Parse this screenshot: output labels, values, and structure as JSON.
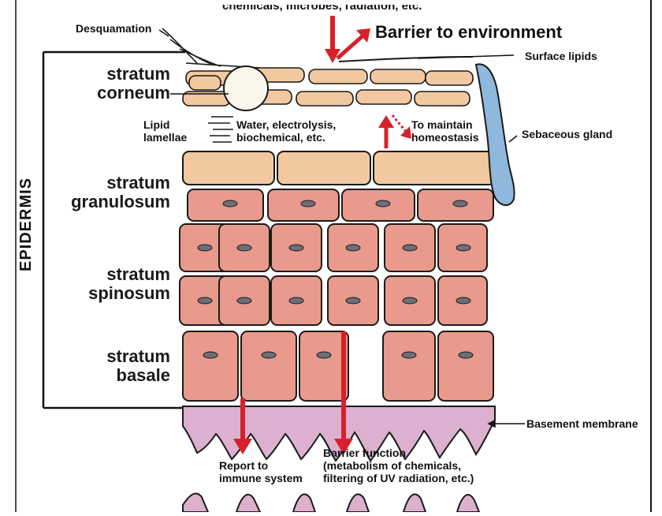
{
  "labels": {
    "top_cutoff": "chemicals, microbes, radiation, etc.",
    "barrier_environment": "Barrier to environment",
    "desquamation": "Desquamation",
    "surface_lipids": "Surface lipids",
    "sebaceous_gland": "Sebaceous gland",
    "lipid_lamellae_1": "Lipid",
    "lipid_lamellae_2": "lamellae",
    "water_1": "Water, electrolysis,",
    "water_2": "biochemical, etc.",
    "maintain_1": "To maintain",
    "maintain_2": "homeostasis",
    "basement_membrane": "Basement membrane",
    "immune_1": "Report to",
    "immune_2": "immune system",
    "barrier_fn_1": "Barrier function",
    "barrier_fn_2": "(metabolism of chemicals,",
    "barrier_fn_3": "filtering of UV radiation, etc.)",
    "epidermis": "EPIDERMIS"
  },
  "layers": {
    "corneum_1": "stratum",
    "corneum_2": "corneum",
    "granulosum_1": "stratum",
    "granulosum_2": "granulosum",
    "spinosum_1": "stratum",
    "spinosum_2": "spinosum",
    "basale_1": "stratum",
    "basale_2": "basale"
  },
  "colors": {
    "cell_fill": "#e99a8c",
    "cell_stroke": "#1a1a1a",
    "granular_fill": "#f1c8a0",
    "membrane_fill": "#ddb0cf",
    "gland_fill": "#8fb8dc",
    "arrow_red": "#d8202a",
    "nucleus": "#6e6e78"
  }
}
